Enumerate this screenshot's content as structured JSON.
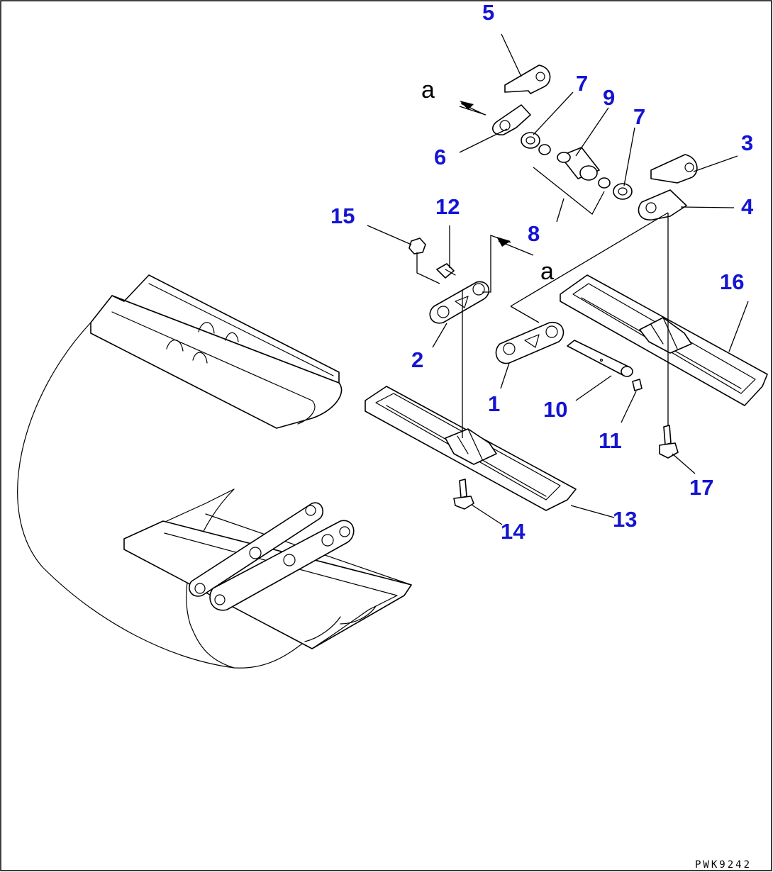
{
  "callouts": {
    "c1": "1",
    "c2": "2",
    "c3": "3",
    "c4": "4",
    "c5": "5",
    "c6": "6",
    "c7a": "7",
    "c7b": "7",
    "c8": "8",
    "c9": "9",
    "c10": "10",
    "c11": "11",
    "c12": "12",
    "c13": "13",
    "c14": "14",
    "c15": "15",
    "c16": "16",
    "c17": "17"
  },
  "view_marks": {
    "upper": "a",
    "middle": "a"
  },
  "drawing_code": "PWK9242",
  "colors": {
    "callout": "#1414d2",
    "line": "#000000",
    "background": "#ffffff"
  }
}
